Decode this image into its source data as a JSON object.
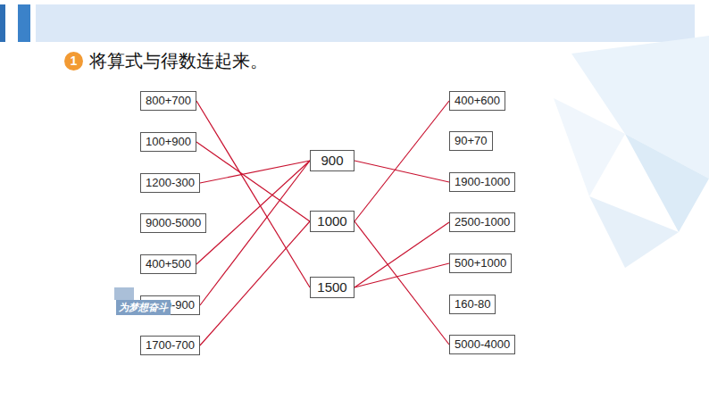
{
  "diagram": {
    "title": "将算式与得数连起来。",
    "nodes": [
      {
        "text": [
          "1"
        ]
      },
      {
        "text": [
          "800+700"
        ]
      },
      {
        "text": [
          "100+900"
        ]
      },
      {
        "text": [
          "1200-300"
        ]
      },
      {
        "text": [
          "9000-5000"
        ]
      },
      {
        "text": [
          "400+500"
        ]
      },
      {
        "text": [
          "1800-900"
        ]
      },
      {
        "text": [
          "1700-700"
        ]
      },
      {
        "text": [
          "900"
        ]
      },
      {
        "text": [
          "1000"
        ]
      },
      {
        "text": [
          "1500"
        ]
      },
      {
        "text": [
          "400+600"
        ]
      },
      {
        "text": [
          "90+70"
        ]
      },
      {
        "text": [
          "1900-1000"
        ]
      },
      {
        "text": [
          "2500-1000"
        ]
      },
      {
        "text": [
          "500+1000"
        ]
      },
      {
        "text": [
          "160-80"
        ]
      },
      {
        "text": [
          "5000-4000"
        ]
      }
    ],
    "edges": [
      {
        "from": 1,
        "to": 10,
        "arrow": "none"
      },
      {
        "from": 2,
        "to": 9,
        "arrow": "none"
      },
      {
        "from": 3,
        "to": 8,
        "arrow": "none"
      },
      {
        "from": 5,
        "to": 8,
        "arrow": "none"
      },
      {
        "from": 6,
        "to": 8,
        "arrow": "none"
      },
      {
        "from": 7,
        "to": 9,
        "arrow": "none"
      },
      {
        "from": 8,
        "to": 13,
        "arrow": "none"
      },
      {
        "from": 9,
        "to": 11,
        "arrow": "none"
      },
      {
        "from": 9,
        "to": 17,
        "arrow": "none"
      },
      {
        "from": 10,
        "to": 14,
        "arrow": "none"
      },
      {
        "from": 10,
        "to": 15,
        "arrow": "none"
      }
    ],
    "labels": [
      "为梦想奋斗"
    ]
  }
}
